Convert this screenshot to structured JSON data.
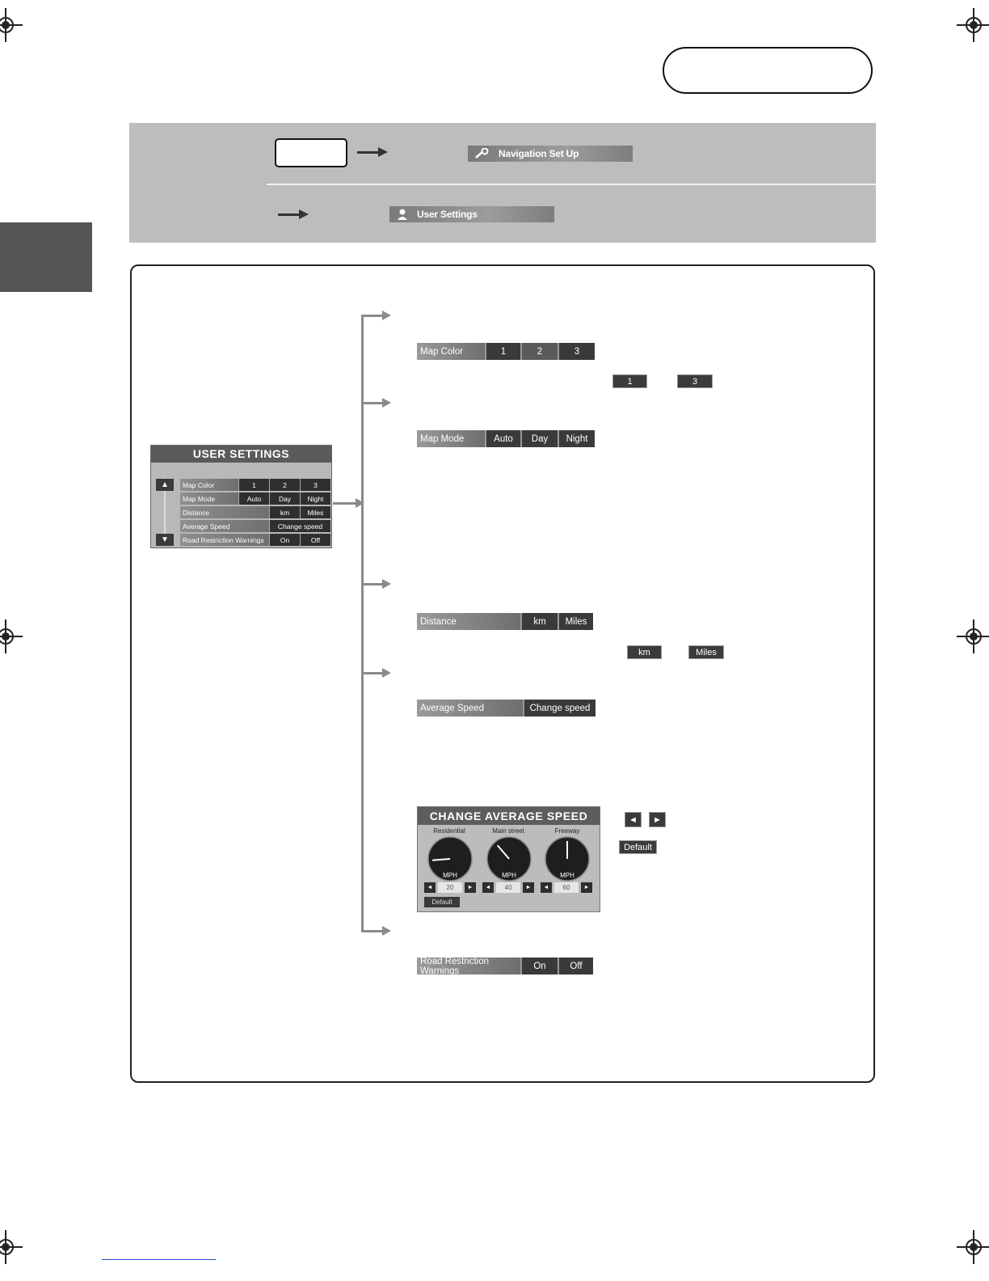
{
  "header": {
    "menu_item_1": "Navigation Set Up",
    "menu_item_2": "User Settings"
  },
  "user_settings_panel": {
    "title": "USER SETTINGS",
    "rows": [
      {
        "label": "Map Color",
        "options": [
          "1",
          "2",
          "3"
        ]
      },
      {
        "label": "Map Mode",
        "options": [
          "Auto",
          "Day",
          "Night"
        ]
      },
      {
        "label": "Distance",
        "options": [
          "km",
          "Miles"
        ]
      },
      {
        "label": "Average Speed",
        "options": [
          "Change speed"
        ]
      },
      {
        "label": "Road Restriction Warnings",
        "options": [
          "On",
          "Off"
        ]
      }
    ],
    "scroll_up": "▲",
    "scroll_down": "▼"
  },
  "settings": {
    "map_color": {
      "label": "Map Color",
      "options": [
        "1",
        "2",
        "3"
      ],
      "example_range": [
        "1",
        "3"
      ]
    },
    "map_mode": {
      "label": "Map Mode",
      "options": [
        "Auto",
        "Day",
        "Night"
      ]
    },
    "distance": {
      "label": "Distance",
      "options": [
        "km",
        "Miles"
      ],
      "example_buttons": [
        "km",
        "Miles"
      ]
    },
    "average_speed": {
      "label": "Average Speed",
      "option": "Change speed"
    },
    "road_restriction": {
      "label": "Road Restriction Warnings",
      "options": [
        "On",
        "Off"
      ]
    }
  },
  "change_average_speed": {
    "title": "CHANGE AVERAGE SPEED",
    "gauges": [
      {
        "label": "Residential",
        "unit": "MPH",
        "value": "20",
        "needle_fraction": 0.15
      },
      {
        "label": "Main street",
        "unit": "MPH",
        "value": "40",
        "needle_fraction": 0.35
      },
      {
        "label": "Freeway",
        "unit": "MPH",
        "value": "60",
        "needle_fraction": 0.5
      }
    ],
    "default_label": "Default",
    "side_buttons": {
      "left": "◄",
      "right": "►",
      "default": "Default"
    }
  }
}
